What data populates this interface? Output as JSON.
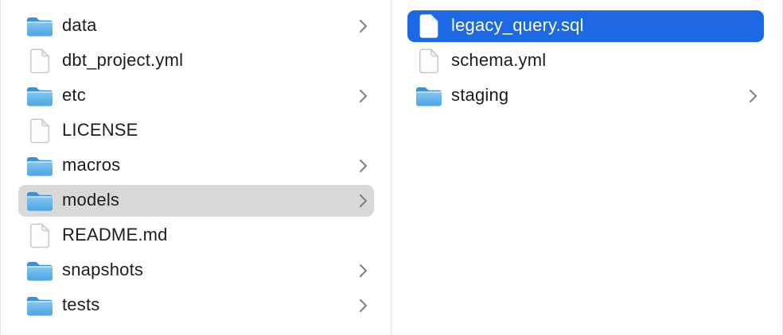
{
  "window": {
    "view": "column-browser"
  },
  "colors": {
    "background": "#ffffff",
    "selection_active": "#1c69e3",
    "selection_inactive": "#d9d9d9",
    "divider": "#e2e2e2",
    "text": "#1d1d1f",
    "text_selected": "#ffffff",
    "chevron": "#7d7d7d",
    "folder_tab": "#3b90d6",
    "folder_body_light": "#84c9f3",
    "folder_body_dark": "#4da4e5",
    "document_border": "#c6c6c6"
  },
  "icons": {
    "folder": "folder-icon",
    "document": "document-icon",
    "chevron": "chevron-right-icon"
  },
  "columns": [
    {
      "name": "parent-column",
      "items": [
        {
          "label": "data",
          "icon": "folder",
          "chevron": true,
          "selected": false,
          "selection_style": null
        },
        {
          "label": "dbt_project.yml",
          "icon": "document",
          "chevron": false,
          "selected": false,
          "selection_style": null
        },
        {
          "label": "etc",
          "icon": "folder",
          "chevron": true,
          "selected": false,
          "selection_style": null
        },
        {
          "label": "LICENSE",
          "icon": "document",
          "chevron": false,
          "selected": false,
          "selection_style": null
        },
        {
          "label": "macros",
          "icon": "folder",
          "chevron": true,
          "selected": false,
          "selection_style": null
        },
        {
          "label": "models",
          "icon": "folder",
          "chevron": true,
          "selected": true,
          "selection_style": "inactive"
        },
        {
          "label": "README.md",
          "icon": "document",
          "chevron": false,
          "selected": false,
          "selection_style": null
        },
        {
          "label": "snapshots",
          "icon": "folder",
          "chevron": true,
          "selected": false,
          "selection_style": null
        },
        {
          "label": "tests",
          "icon": "folder",
          "chevron": true,
          "selected": false,
          "selection_style": null
        }
      ]
    },
    {
      "name": "contents-column",
      "items": [
        {
          "label": "legacy_query.sql",
          "icon": "document",
          "chevron": false,
          "selected": true,
          "selection_style": "active"
        },
        {
          "label": "schema.yml",
          "icon": "document",
          "chevron": false,
          "selected": false,
          "selection_style": null
        },
        {
          "label": "staging",
          "icon": "folder",
          "chevron": true,
          "selected": false,
          "selection_style": null
        }
      ]
    }
  ]
}
